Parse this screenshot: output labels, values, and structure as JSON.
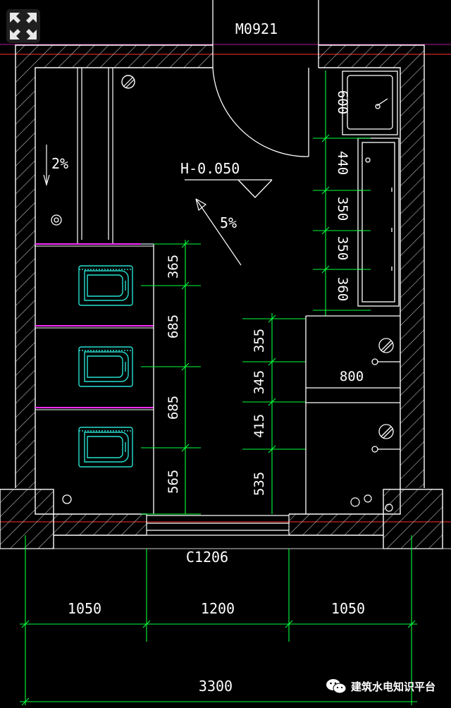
{
  "drawing": {
    "door_label": "M0921",
    "window_label": "C1206",
    "elevation_label": "H-0.050",
    "slope_left": "2%",
    "slope_floor": "5%",
    "stall_dims": [
      "365",
      "685",
      "685",
      "565"
    ],
    "wash_dims": [
      "600",
      "440",
      "350",
      "350",
      "360"
    ],
    "mid_dims": [
      "355",
      "345",
      "415",
      "535"
    ],
    "cubicle_dim": "800",
    "bottom_dims": [
      "1050",
      "1200",
      "1050"
    ],
    "total_dim": "3300"
  },
  "watermark": {
    "text": "建筑水电知识平台",
    "icon": "wechat-icon"
  },
  "colors": {
    "background": "#000000",
    "wall": "#ffffff",
    "hatch": "#d8d8d8",
    "dimension": "#00ff3c",
    "fixture": "#27e0d0",
    "partition": "#ff2bff",
    "axis": "#ff3030"
  }
}
